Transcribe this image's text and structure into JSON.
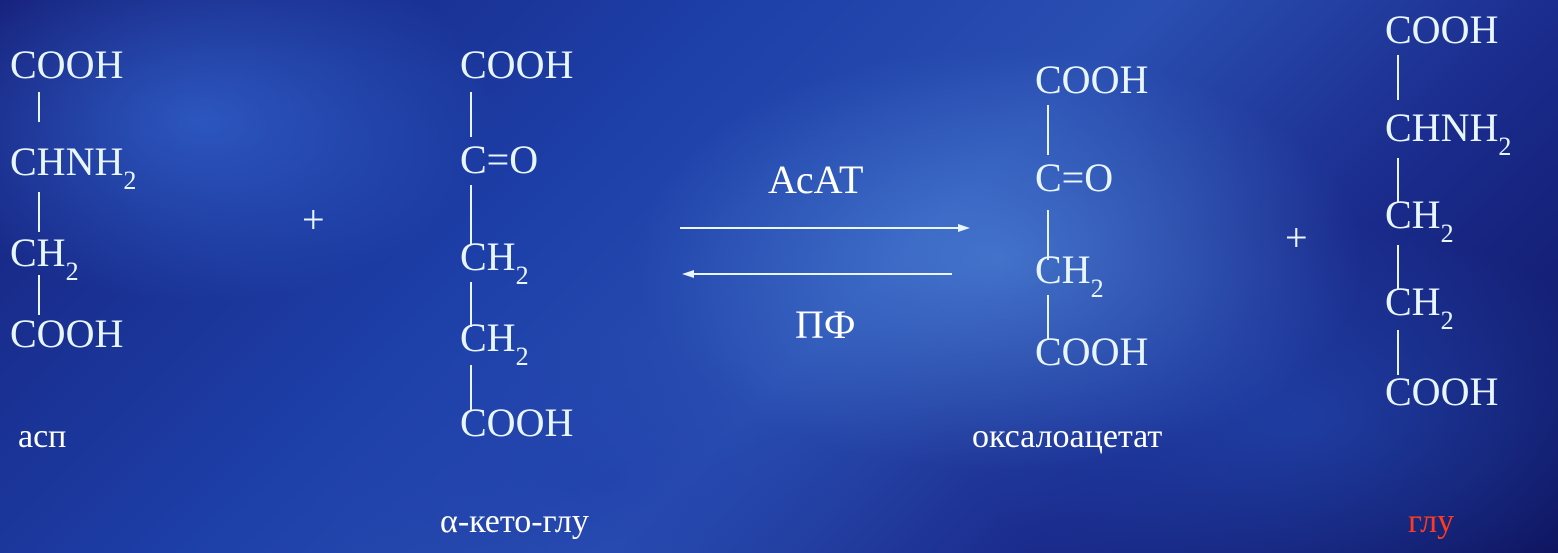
{
  "reaction": {
    "aspartate": {
      "lines": [
        "COOH",
        "CHNH",
        "CH",
        "COOH"
      ],
      "sub2": "2",
      "name": "асп"
    },
    "plus": "+",
    "ketoglutarate": {
      "lines": [
        "COOH",
        "C=O",
        "CH",
        "CH",
        "COOH"
      ],
      "sub2": "2",
      "name": "α-кето-глу"
    },
    "enzyme_forward": "АсАТ",
    "cofactor": "ПФ",
    "oxaloacetate": {
      "lines": [
        "COOH",
        "C=O",
        "CH",
        "COOH"
      ],
      "sub2": "2",
      "name": "оксалоацетат"
    },
    "glutamate": {
      "lines": [
        "COOH",
        "CHNH",
        "CH",
        "CH",
        "COOH"
      ],
      "sub2": "2",
      "name": "глу",
      "name_color": "#ff3b1f"
    }
  }
}
